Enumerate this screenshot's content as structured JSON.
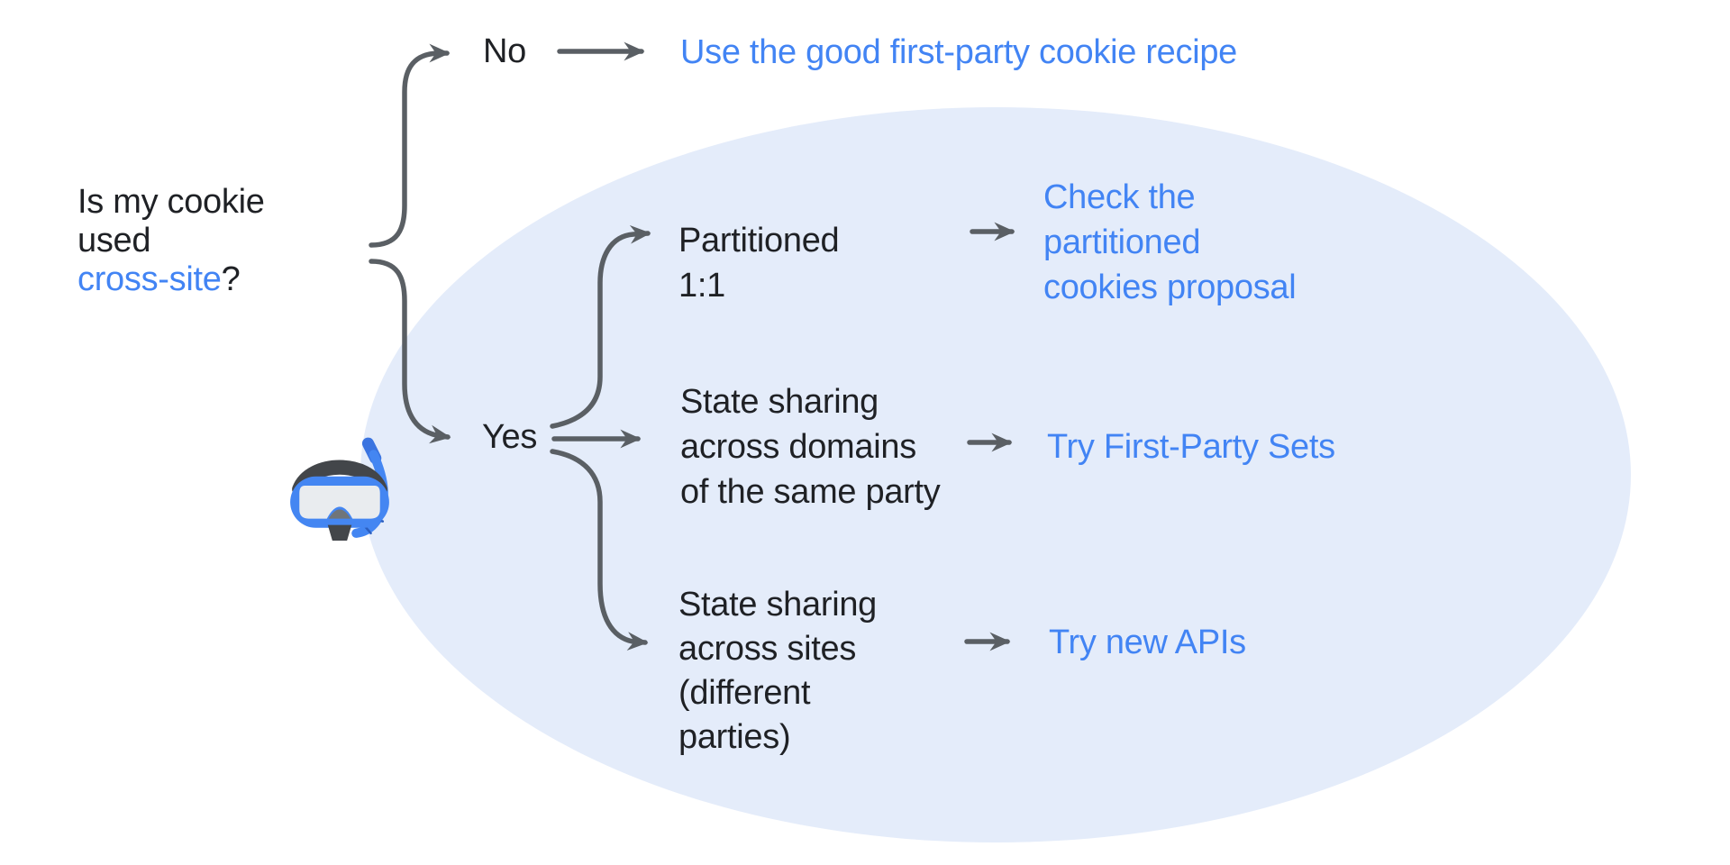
{
  "title": "Cookie cross-site decision flowchart",
  "colors": {
    "link_blue": "#4284F4",
    "text_dark": "#1F2125",
    "arrow_gray": "#5A5F64",
    "ellipse_fill": "#E4ECFA",
    "background": "#FFFFFF"
  },
  "question": {
    "black": "Is my cookie\nused\n",
    "blue": "cross-site",
    "mark": "?"
  },
  "no_branch": {
    "label": "No",
    "result": "Use the good first-party cookie recipe"
  },
  "yes_branch": {
    "label": "Yes",
    "options": [
      {
        "label": "Partitioned\n1:1",
        "result": "Check the\npartitioned\ncookies proposal"
      },
      {
        "label": "State sharing\nacross domains\nof the same party",
        "result": "Try First-Party Sets"
      },
      {
        "label": "State sharing\nacross sites\n(different\nparties)",
        "result": "Try new APIs"
      }
    ]
  },
  "icons": {
    "diving_mask": "diving-mask-emoji"
  }
}
